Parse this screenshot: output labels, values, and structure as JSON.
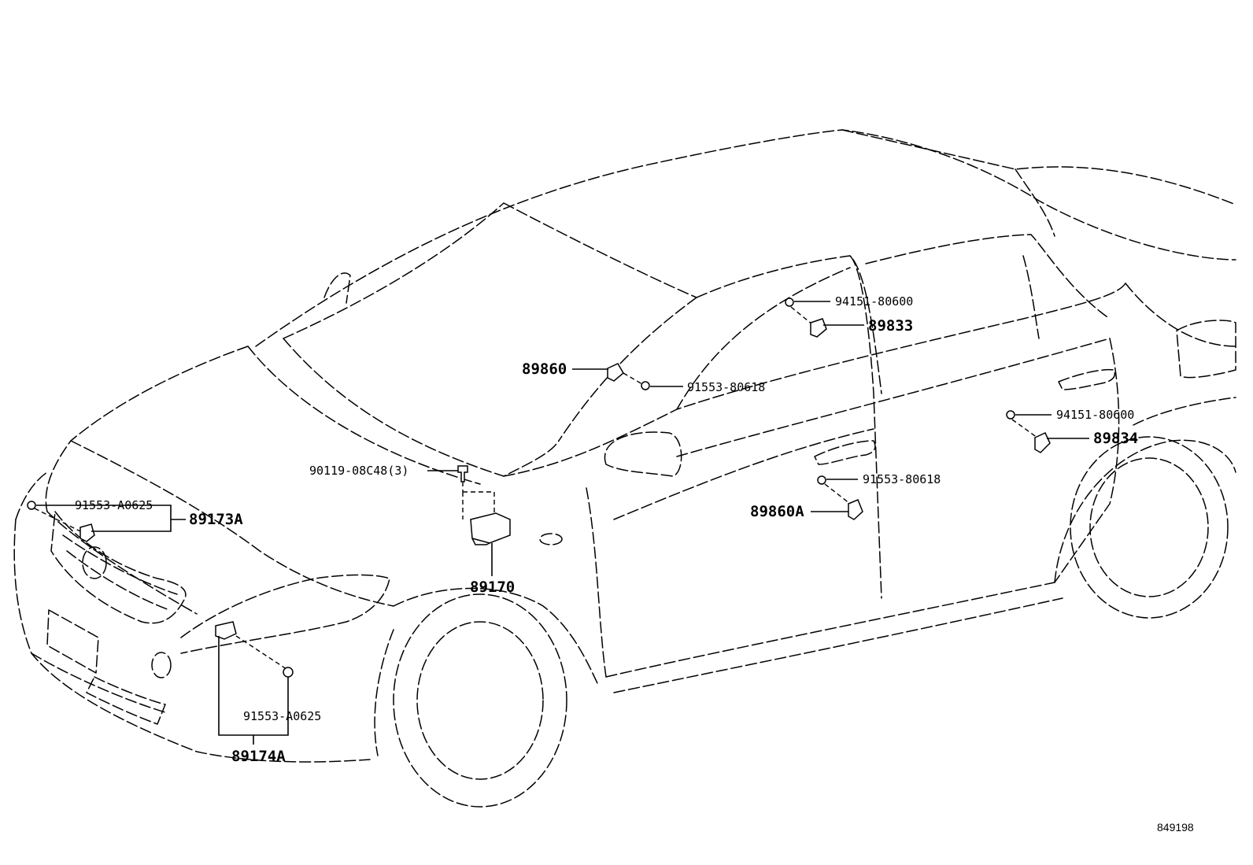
{
  "diagram": {
    "image_ref": "849198",
    "callouts": [
      {
        "id": "c1",
        "code": "94151-80600",
        "style": "normal"
      },
      {
        "id": "c2",
        "code": "89833",
        "style": "big"
      },
      {
        "id": "c3",
        "code": "89860",
        "style": "big"
      },
      {
        "id": "c4",
        "code": "91553-80618",
        "style": "normal"
      },
      {
        "id": "c5",
        "code": "94151-80600",
        "style": "normal"
      },
      {
        "id": "c6",
        "code": "89834",
        "style": "big"
      },
      {
        "id": "c7",
        "code": "90119-08C48(3)",
        "style": "normal"
      },
      {
        "id": "c8",
        "code": "91553-80618",
        "style": "normal"
      },
      {
        "id": "c9",
        "code": "89860A",
        "style": "big"
      },
      {
        "id": "c10",
        "code": "91553-A0625",
        "style": "normal"
      },
      {
        "id": "c11",
        "code": "89173A",
        "style": "big"
      },
      {
        "id": "c12",
        "code": "89170",
        "style": "big"
      },
      {
        "id": "c13",
        "code": "91553-A0625",
        "style": "normal"
      },
      {
        "id": "c14",
        "code": "89174A",
        "style": "big"
      }
    ]
  }
}
